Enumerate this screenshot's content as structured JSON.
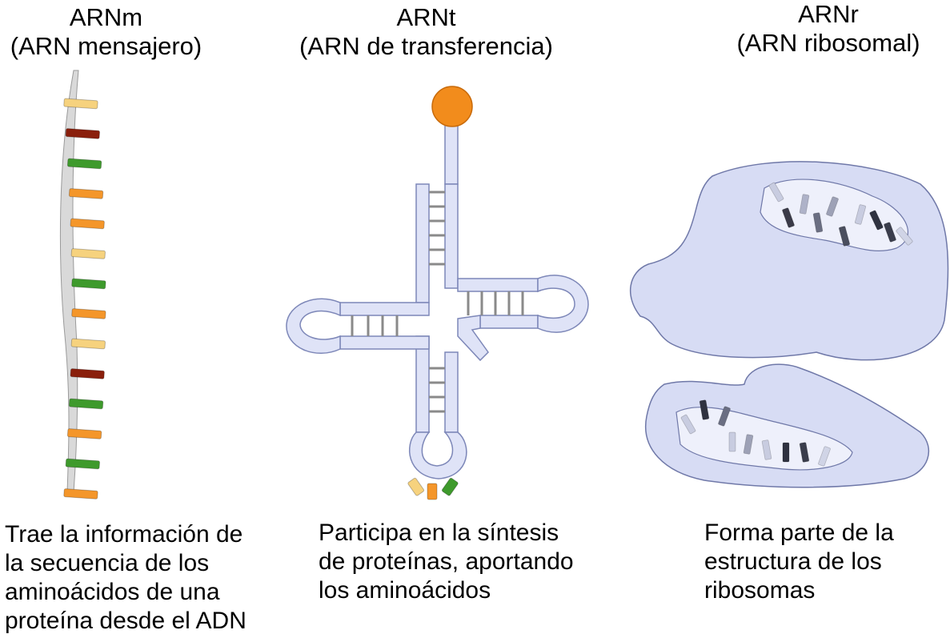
{
  "colors": {
    "base_light_yellow": "#f6d27e",
    "base_dark_red": "#8a1f0c",
    "base_green": "#3e9a2c",
    "base_orange": "#f4962a",
    "trna_body": "#dfe3f7",
    "amino_acid": "#f28c1c",
    "ribosome": "#d7dcf4"
  },
  "columns": [
    {
      "title": "ARNm",
      "subtitle": "(ARN mensajero)",
      "description": [
        "Trae la información de",
        "la secuencia de los",
        "aminoácidos de una",
        "proteína desde el ADN"
      ]
    },
    {
      "title": "ARNt",
      "subtitle": "(ARN de transferencia)",
      "description": [
        "Participa en la síntesis",
        "de proteínas, aportando",
        "los aminoácidos"
      ]
    },
    {
      "title": "ARNr",
      "subtitle": "(ARN ribosomal)",
      "description": [
        "Forma parte de la",
        "estructura de los",
        "ribosomas"
      ]
    }
  ],
  "mrna_bases": [
    "light-yellow",
    "dark-red",
    "green",
    "orange",
    "orange",
    "light-yellow",
    "green",
    "orange",
    "light-yellow",
    "dark-red",
    "green",
    "orange",
    "green",
    "orange"
  ],
  "anticodon_bases": [
    "light-yellow",
    "orange",
    "green"
  ]
}
